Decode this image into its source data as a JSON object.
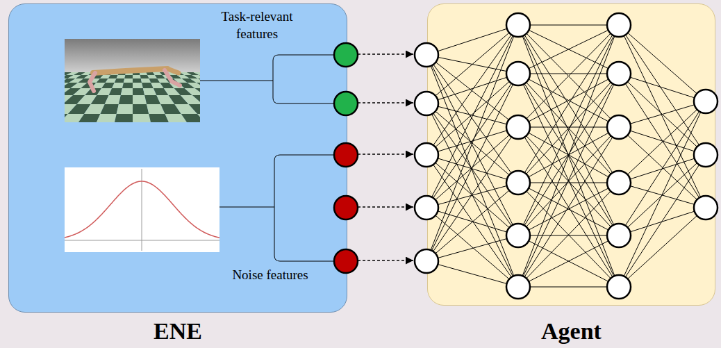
{
  "diagram": {
    "nodes": [
      {
        "text": [
          "ENE"
        ]
      },
      {
        "text": [
          "Agent"
        ]
      }
    ],
    "edges": [
      {
        "from": 0,
        "to": 1,
        "arrow": "to"
      },
      {
        "from": 0,
        "to": 1,
        "arrow": "to"
      },
      {
        "from": 0,
        "to": 1,
        "arrow": "to"
      },
      {
        "from": 0,
        "to": 1,
        "arrow": "to"
      },
      {
        "from": 0,
        "to": 1,
        "arrow": "to"
      }
    ],
    "labels": [
      "Task-relevant features",
      "Noise features"
    ]
  }
}
